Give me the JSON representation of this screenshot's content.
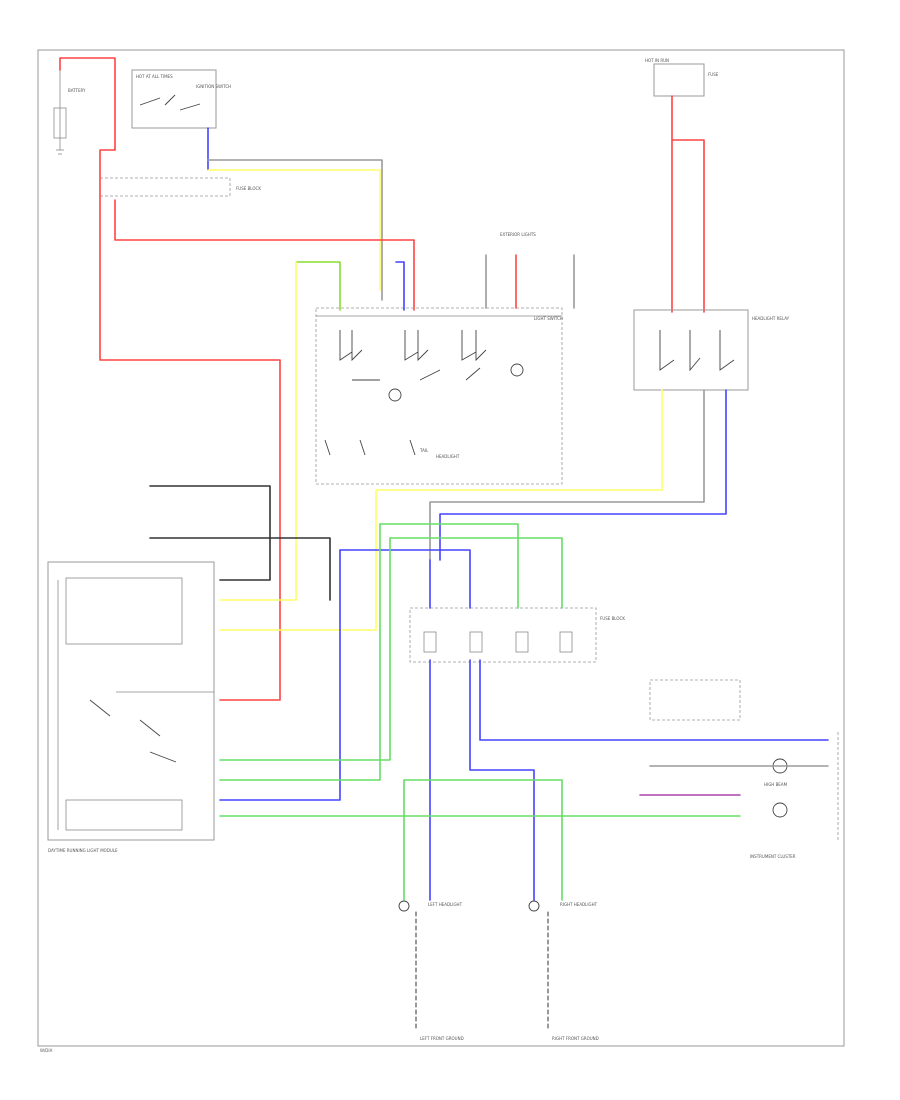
{
  "diagram": {
    "labels": {
      "battery": "BATTERY",
      "hot_at_all_times": "HOT AT ALL TIMES",
      "ignition_switch": "IGNITION SWITCH",
      "fuse_block_top": "FUSE BLOCK",
      "exterior_lights": "EXTERIOR LIGHTS",
      "light_switch": "LIGHT SWITCH",
      "hot_in_run": "HOT IN RUN",
      "fuse_right": "FUSE",
      "headlight_relay_right": "HEADLIGHT RELAY",
      "tail_switch": "TAIL",
      "headlight_switch_label": "HEADLIGHT",
      "fuse_block_mid": "FUSE BLOCK",
      "left_headlight": "LEFT HEADLIGHT",
      "right_headlight": "RIGHT HEADLIGHT",
      "instrument_cluster": "INSTRUMENT CLUSTER",
      "high_beam": "HIGH BEAM",
      "daytime_module": "DAYTIME RUNNING LIGHT MODULE",
      "left_ground": "LEFT FRONT GROUND",
      "right_ground": "RIGHT FRONT GROUND",
      "page_mark": "W/DIA"
    }
  }
}
